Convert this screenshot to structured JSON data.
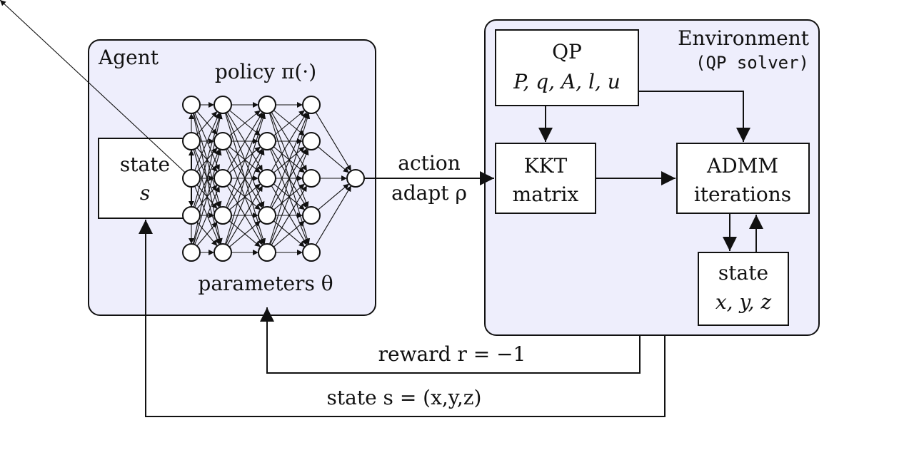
{
  "agent": {
    "title": "Agent",
    "policy_label": "policy π(·)",
    "params_label": "parameters θ",
    "state_box": {
      "line1": "state",
      "line2": "s"
    },
    "network": {
      "layers": [
        1,
        5,
        5,
        5,
        5,
        1
      ]
    }
  },
  "action": {
    "line1": "action",
    "line2": "adapt ρ"
  },
  "environment": {
    "title": "Environment",
    "subtitle": "(QP solver)",
    "qp_box": {
      "line1": "QP",
      "line2": "P, q, A, l, u"
    },
    "kkt_box": {
      "line1": "KKT",
      "line2": "matrix"
    },
    "admm_box": {
      "line1": "ADMM",
      "line2": "iterations"
    },
    "state_box": {
      "line1": "state",
      "line2": "x, y, z"
    }
  },
  "feedback": {
    "reward_label": "reward r = −1",
    "state_label": "state s = (x,y,z)"
  },
  "colors": {
    "panel_fill": "#eeeefc",
    "stroke": "#111111",
    "box_fill": "#ffffff"
  }
}
